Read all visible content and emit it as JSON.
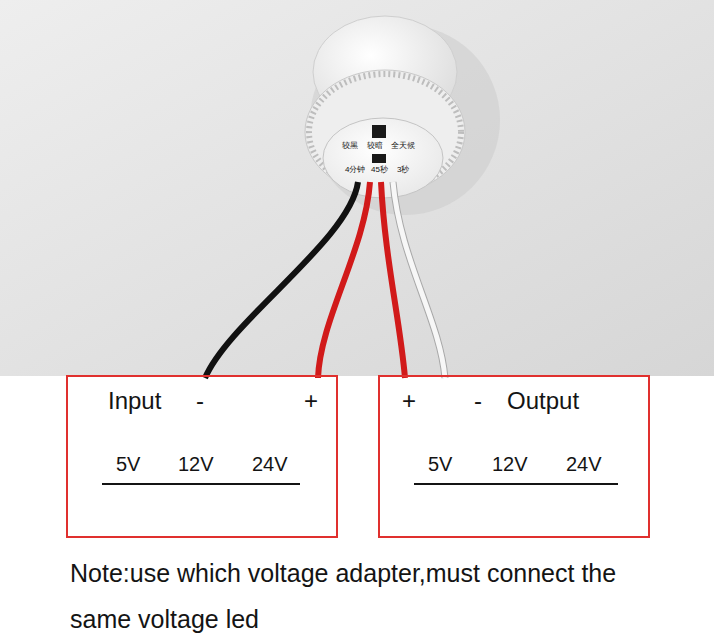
{
  "diagram": {
    "nodes": [
      {
        "text": [
          "Input",
          "-",
          "+",
          "5V",
          "12V",
          "24V"
        ]
      },
      {
        "text": [
          "+",
          "-",
          "Output",
          "5V",
          "12V",
          "24V"
        ]
      }
    ],
    "labels": [
      "较黑",
      "较暗",
      "全天候",
      "4分钟",
      "45秒",
      "3秒",
      "Note:use which voltage adapter,must connect the same voltage led"
    ]
  }
}
